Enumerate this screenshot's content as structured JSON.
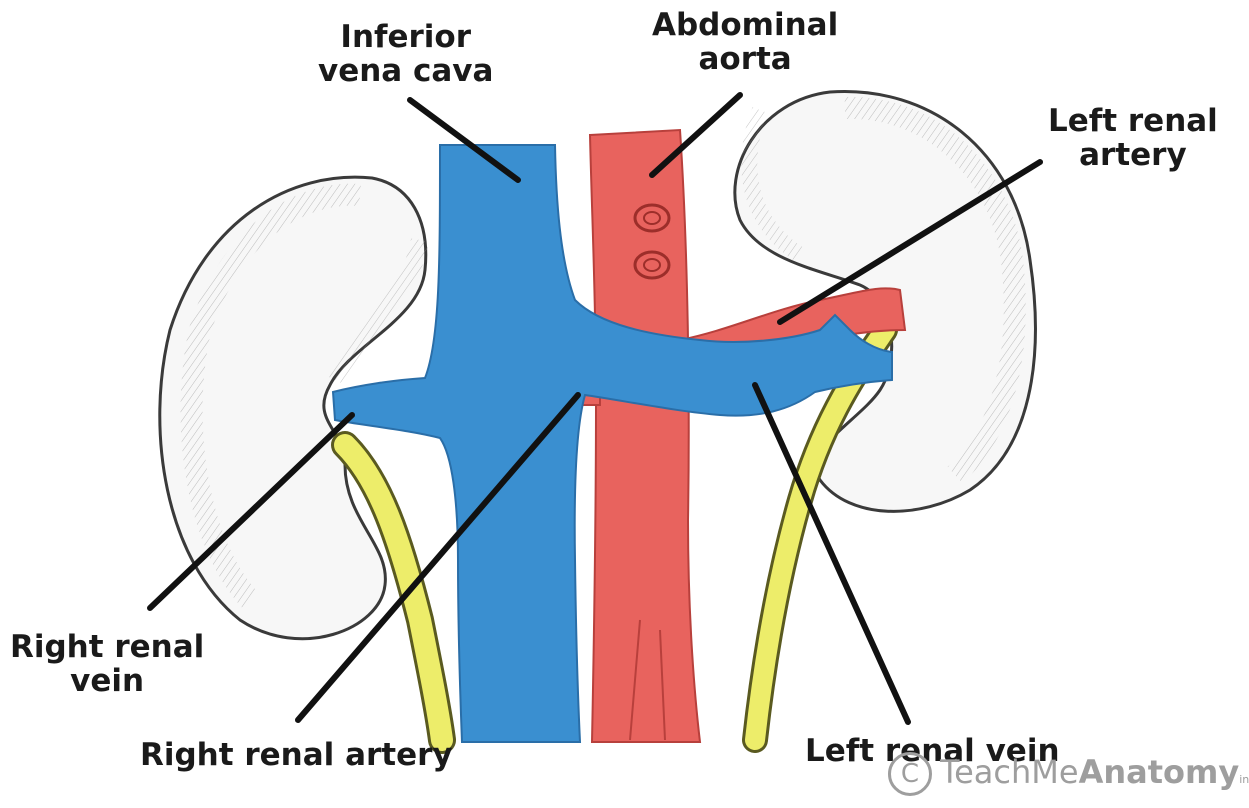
{
  "labels": {
    "ivc": [
      "Inferior",
      "vena cava"
    ],
    "aorta": [
      "Abdominal",
      "aorta"
    ],
    "left_renal_artery": [
      "Left renal",
      "artery"
    ],
    "right_renal_vein": [
      "Right renal",
      "vein"
    ],
    "right_renal_artery": "Right renal artery",
    "left_renal_vein": "Left renal vein"
  },
  "watermark": {
    "symbol": "C",
    "brand_light": "TeachMe",
    "brand_bold": "Anatomy",
    "suffix": "info"
  },
  "colors": {
    "vein": "#3a8fd0",
    "artery": "#e8635e",
    "ureter": "#eded6a",
    "kidney_fill": "#f7f7f7",
    "kidney_outline": "#3a3a3a",
    "pointer": "#111111",
    "text": "#1a1a1a",
    "watermark": "#9e9e9e"
  }
}
